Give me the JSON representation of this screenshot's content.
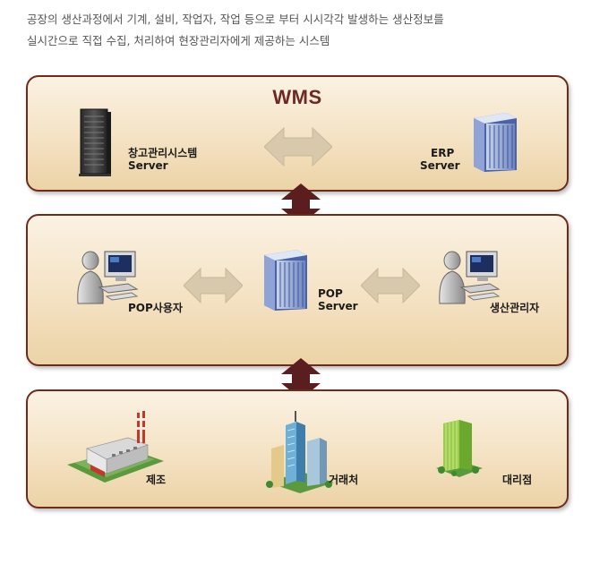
{
  "intro": {
    "line1": "공장의 생산과정에서 기계, 설비, 작업자, 작업 등으로 부터 시시각각 발생하는 생산정보를",
    "line2": "실시간으로 직접 수집, 처리하여 현장관리자에게 제공하는 시스템"
  },
  "top_panel": {
    "title": "WMS",
    "left_label_1": "창고관리시스템",
    "left_label_2": "Server",
    "right_label_1": "ERP",
    "right_label_2": "Server",
    "left_icon": "server-tower-icon",
    "right_icon": "server-rack-icon"
  },
  "middle_panel": {
    "left_label": "POP사용자",
    "center_label_1": "POP",
    "center_label_2": "Server",
    "right_label": "생산관리자",
    "left_icon": "user-computer-icon",
    "center_icon": "server-rack-icon",
    "right_icon": "user-computer-icon"
  },
  "bottom_panel": {
    "left_label": "제조",
    "center_label": "거래처",
    "right_label": "대리점",
    "left_icon": "factory-icon",
    "center_icon": "office-buildings-icon",
    "right_icon": "green-building-icon"
  },
  "colors": {
    "panel_border": "#6e2b1c",
    "title": "#6b2a26",
    "vertical_arrow": "#5a1e1e",
    "horizontal_arrow": "#d8c9ad"
  }
}
